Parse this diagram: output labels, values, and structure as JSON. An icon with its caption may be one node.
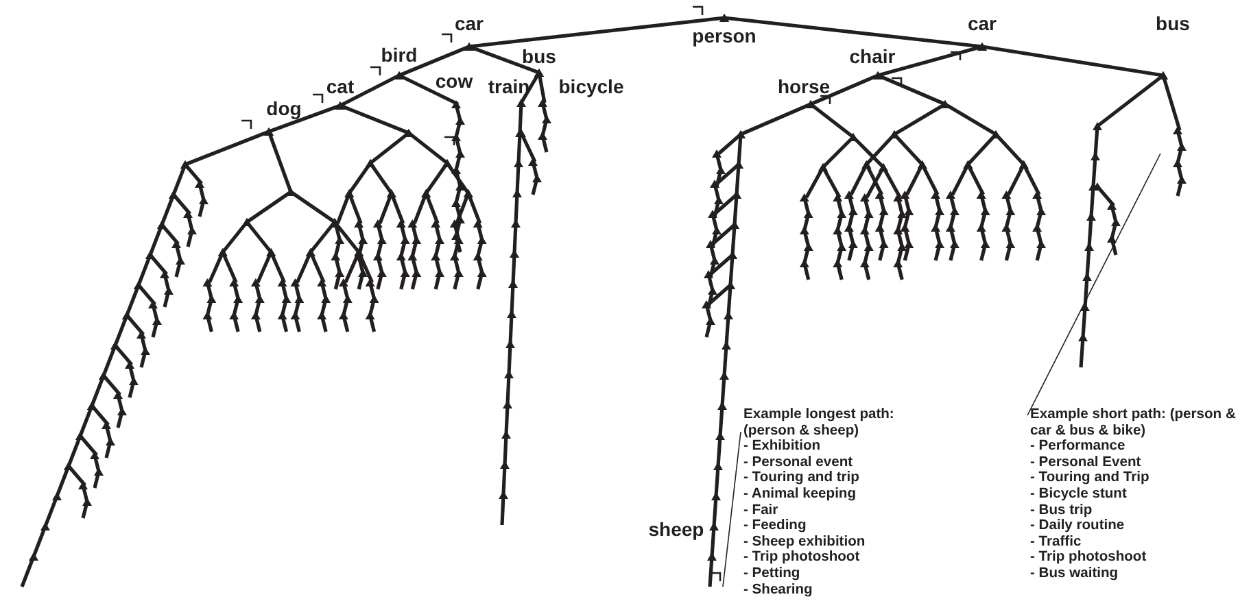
{
  "diagram": {
    "nodes": [
      {
        "text": [
          "Example longest path: (person & sheep)",
          "- Exhibition",
          "- Personal event",
          "- Touring and trip",
          "- Animal keeping",
          "- Fair",
          "- Feeding",
          "- Sheep exhibition",
          "- Trip photoshoot",
          "- Petting",
          "- Shearing"
        ]
      },
      {
        "text": [
          "Example short path: (person & car & bus & bike)",
          "- Performance",
          "- Personal Event",
          "- Touring and Trip",
          "- Bicycle stunt",
          "- Bus trip",
          "- Daily routine",
          "- Traffic",
          "- Trip photoshoot",
          "- Bus waiting"
        ]
      }
    ],
    "edges": [
      {
        "from": 0,
        "to": null,
        "arrow": "none"
      },
      {
        "from": 1,
        "to": null,
        "arrow": "none"
      }
    ],
    "labels": [
      "car",
      "person",
      "car",
      "bird",
      "bus",
      "chair",
      "bus",
      "cat",
      "cow",
      "train",
      "bicycle",
      "horse",
      "dog",
      "sheep"
    ]
  }
}
